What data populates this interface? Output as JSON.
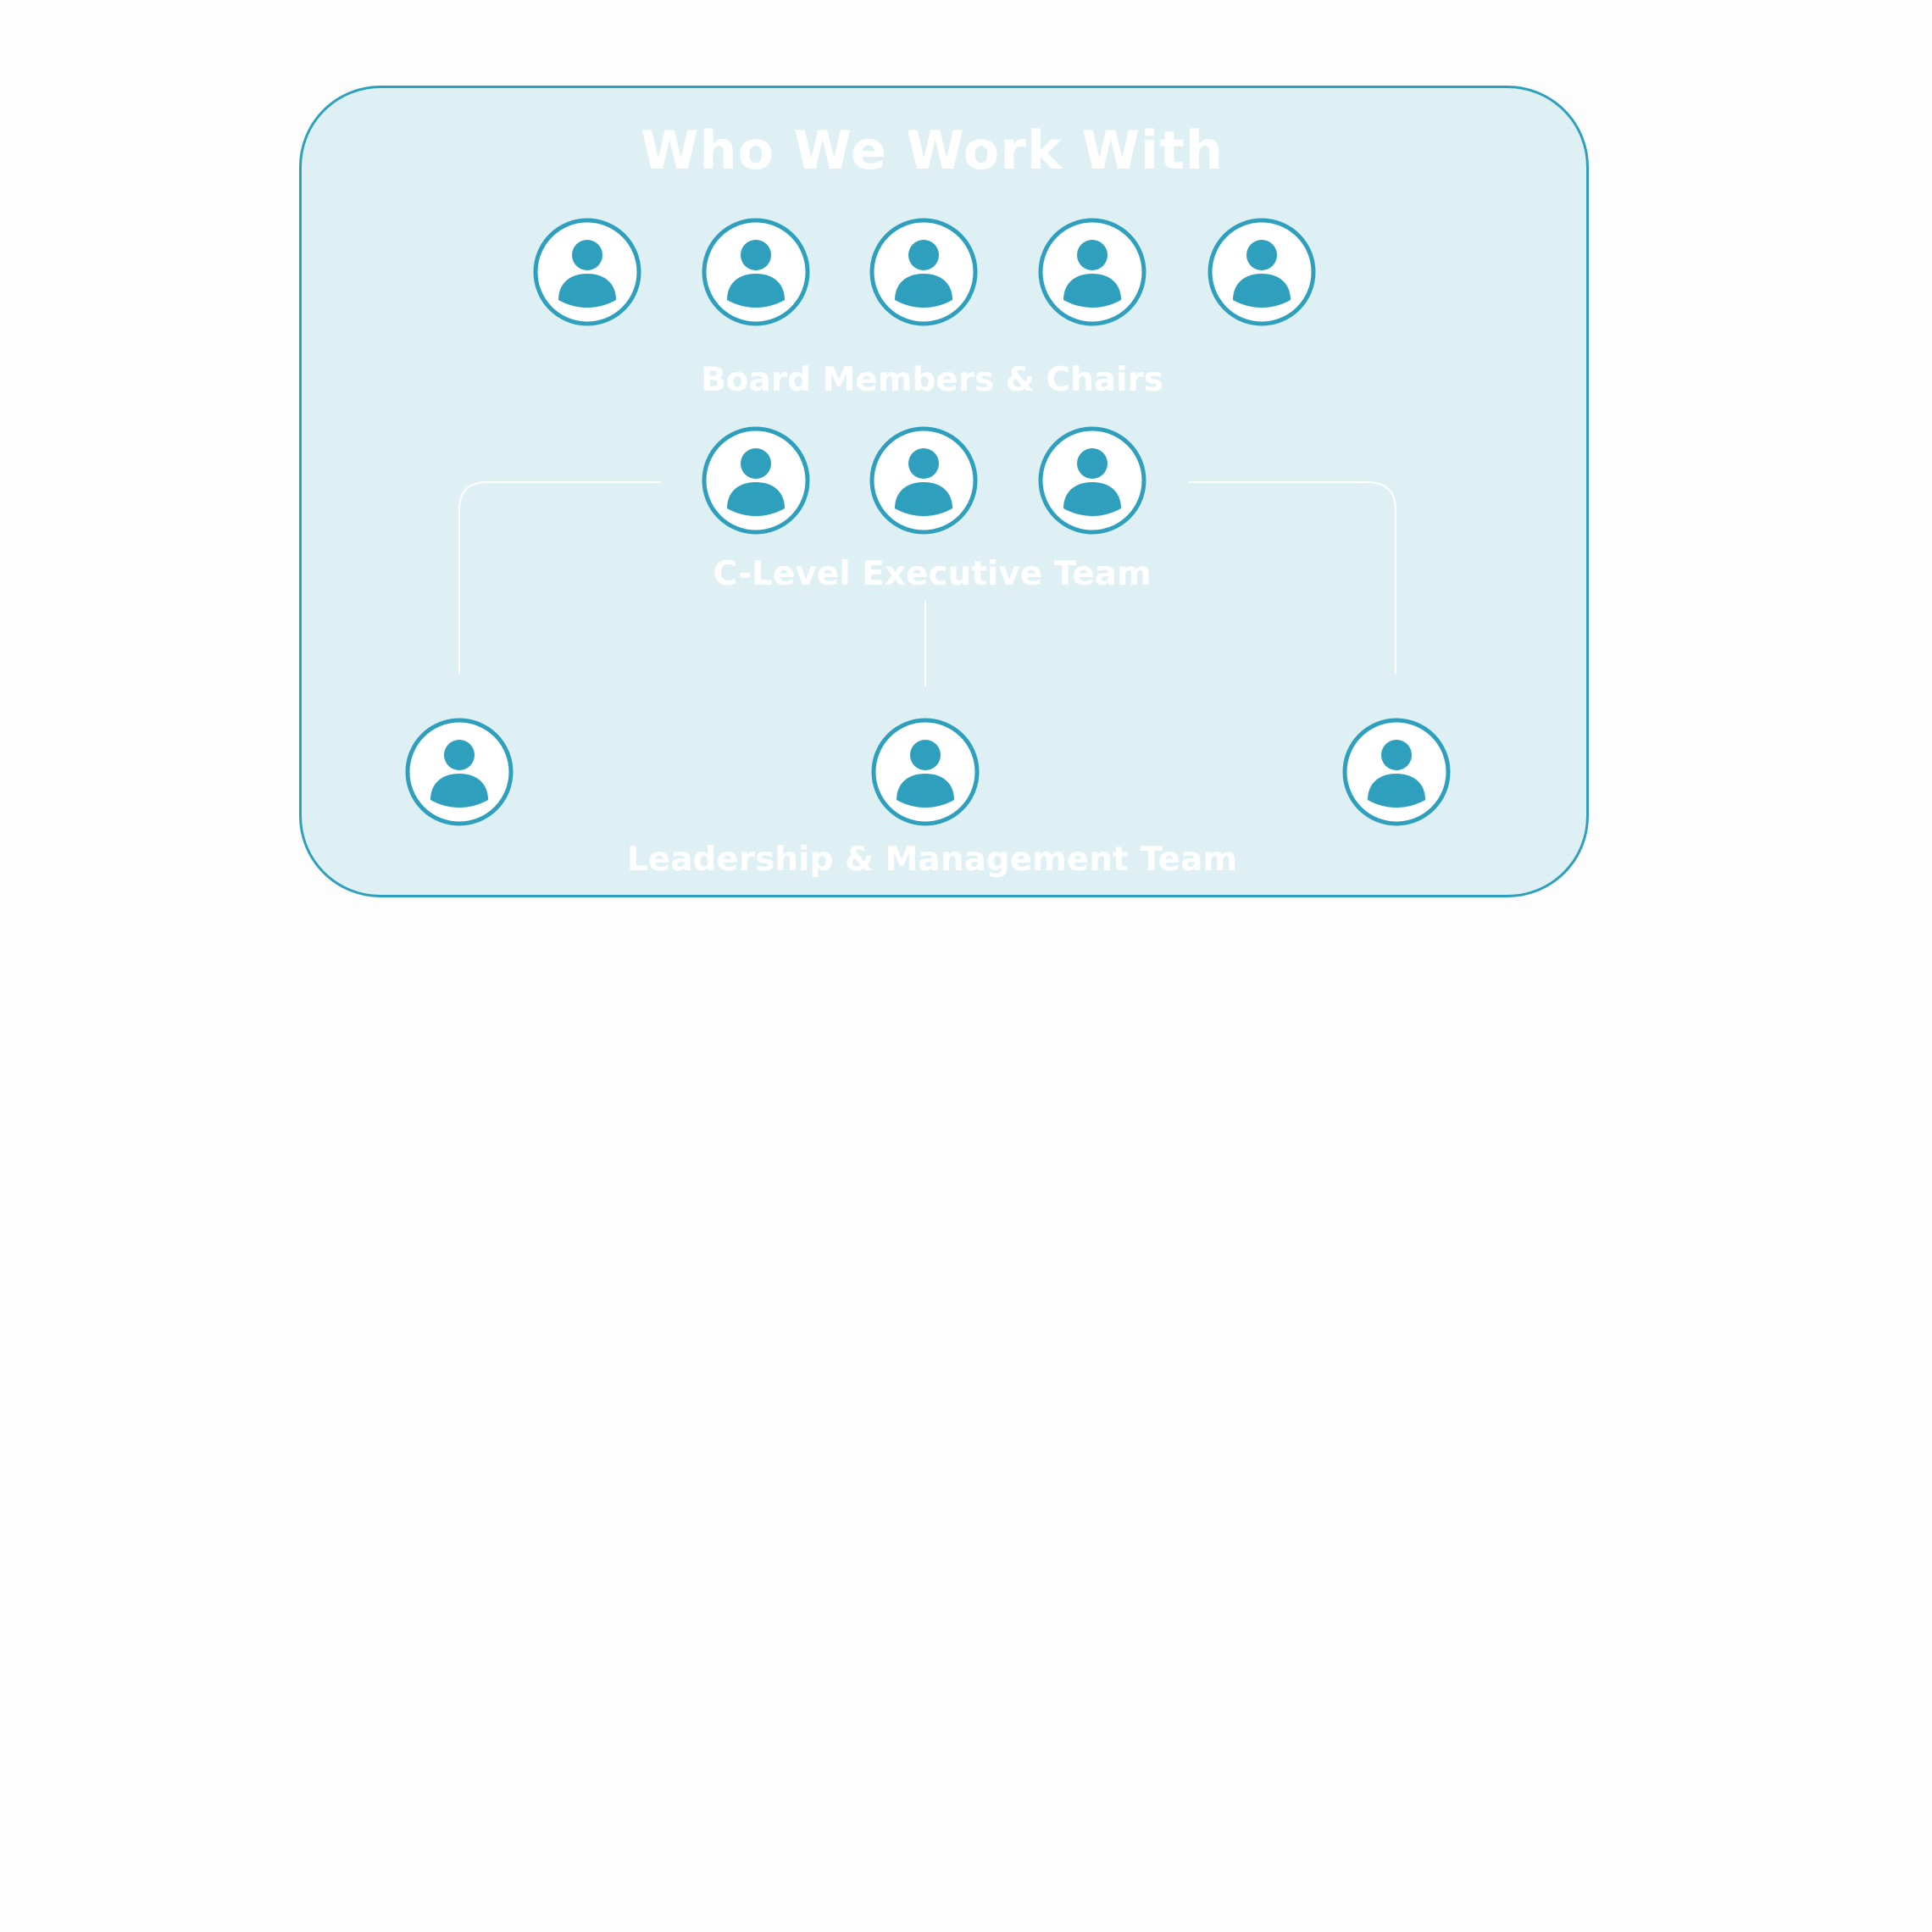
{
  "diagram": {
    "title": "Who We Work With",
    "accent_color": "#2ea0bd",
    "card_fill": "#dff0f5",
    "connector_color": "#ffffff",
    "groups": [
      {
        "label": "Board Members & Chairs",
        "icon": "user-circle-icon",
        "count": 5
      },
      {
        "label": "C-Level Executive Team",
        "icon": "user-circle-icon",
        "count": 3
      },
      {
        "label": "Leadership & Management Team",
        "icon": "user-circle-icon",
        "count": 3
      }
    ]
  }
}
